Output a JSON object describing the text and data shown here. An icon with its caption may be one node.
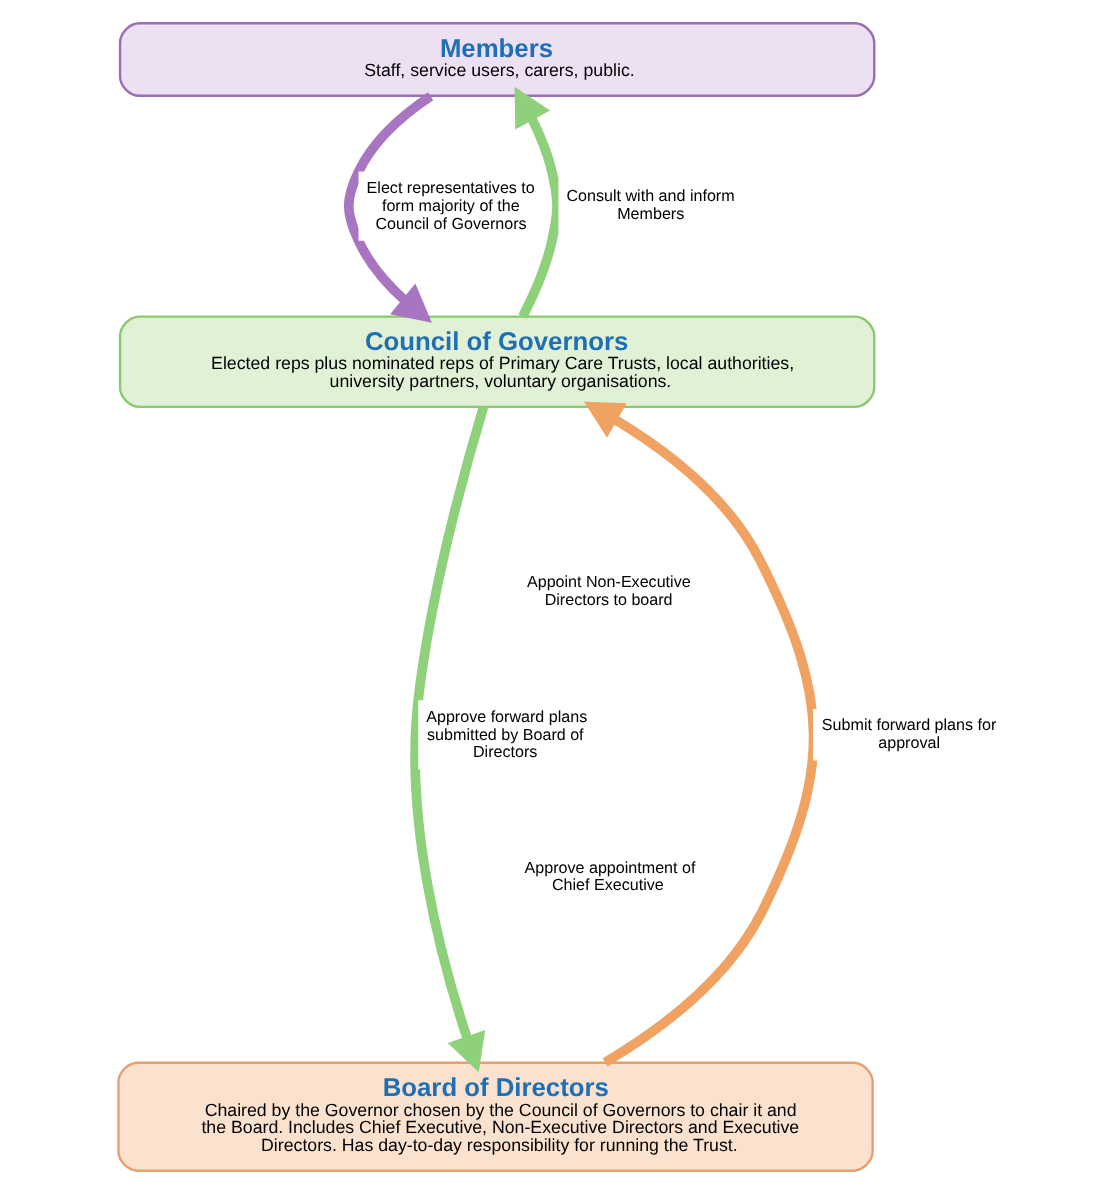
{
  "diagram": {
    "nodes": [
      {
        "text": [
          "Members",
          "Staff, service users, carers, public."
        ]
      },
      {
        "text": [
          "Council of Governors",
          "Elected reps plus nominated reps of Primary Care Trusts, local authorities, university partners, voluntary organisations."
        ]
      },
      {
        "text": [
          "Board of Directors",
          "Chaired by the Governor chosen by the Council of Governors to chair it and the Board. Includes Chief Executive, Non-Executive Directors and Executive Directors. Has day-to-day responsibility for running the Trust."
        ]
      }
    ],
    "edges": [
      {
        "from": 0,
        "to": 1,
        "arrow": "to",
        "label": "Elect representatives to form majority of the Council of Governors",
        "color": "#a875c0"
      },
      {
        "from": 1,
        "to": 0,
        "arrow": "to",
        "label": "Consult with and inform Members",
        "color": "#8fd07a"
      },
      {
        "from": 2,
        "to": 1,
        "arrow": "to",
        "label": "Submit forward plans for approval",
        "color": "#f0a262"
      },
      {
        "from": 1,
        "to": 2,
        "arrow": "to",
        "label": "Approve forward plans submitted by Board of Directors",
        "color": "#8fd07a"
      }
    ],
    "labels": [
      "Appoint Non-Executive Directors to board",
      "Approve appointment of Chief Executive"
    ]
  }
}
